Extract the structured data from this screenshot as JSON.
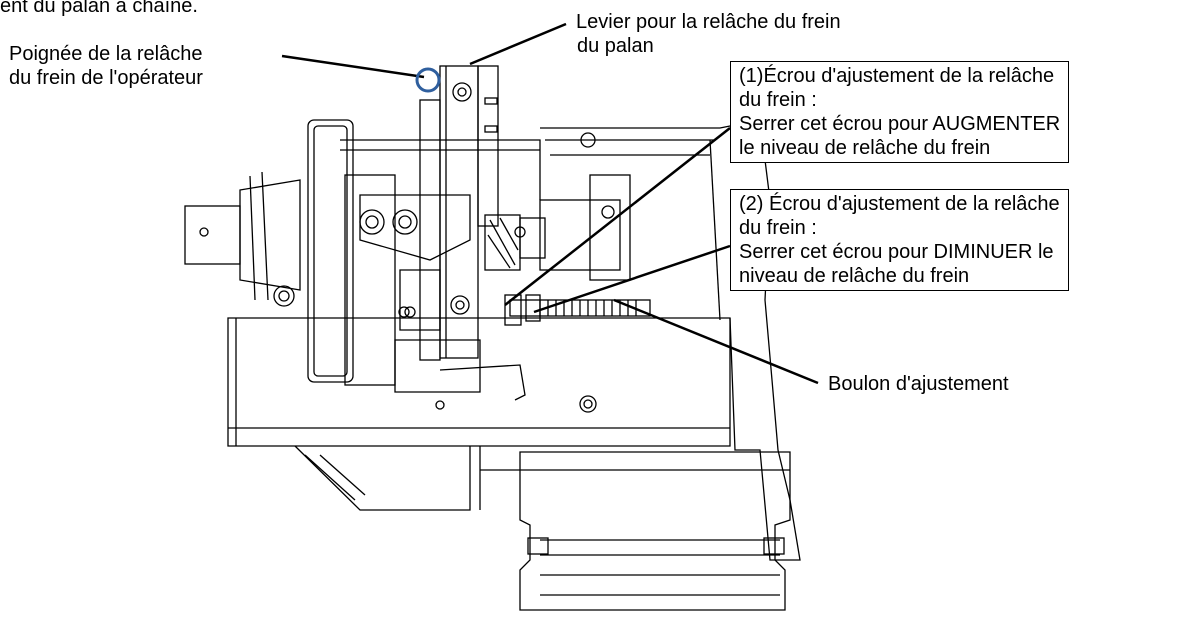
{
  "labels": {
    "top_cut": "ent du palan à chaîne.",
    "operator_handle": [
      "Poignée de la relâche",
      "du frein de l'opérateur"
    ],
    "hoist_lever": [
      "Levier pour la relâche du frein",
      "du palan"
    ],
    "nut1": [
      "(1)Écrou d'ajustement de la relâche",
      "du frein :",
      "Serrer cet écrou pour AUGMENTER",
      "le niveau de relâche du frein"
    ],
    "nut2": [
      "(2) Écrou d'ajustement de la relâche",
      "du frein :",
      "Serrer cet écrou pour DIMINUER le",
      "niveau de relâche du frein"
    ],
    "bolt": "Boulon d'ajustement"
  },
  "colors": {
    "marker_circle": "#2f5f9e",
    "line": "#000000"
  }
}
